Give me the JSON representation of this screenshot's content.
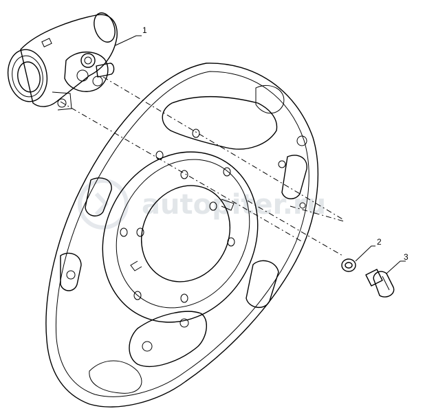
{
  "diagram": {
    "callouts": [
      {
        "id": "1",
        "text": "1"
      },
      {
        "id": "2",
        "text": "2"
      },
      {
        "id": "3",
        "text": "3"
      }
    ],
    "watermark": "autopiter.ru"
  },
  "colors": {
    "ink": "#000000",
    "watermark": "#d6dce1",
    "background": "#ffffff"
  }
}
